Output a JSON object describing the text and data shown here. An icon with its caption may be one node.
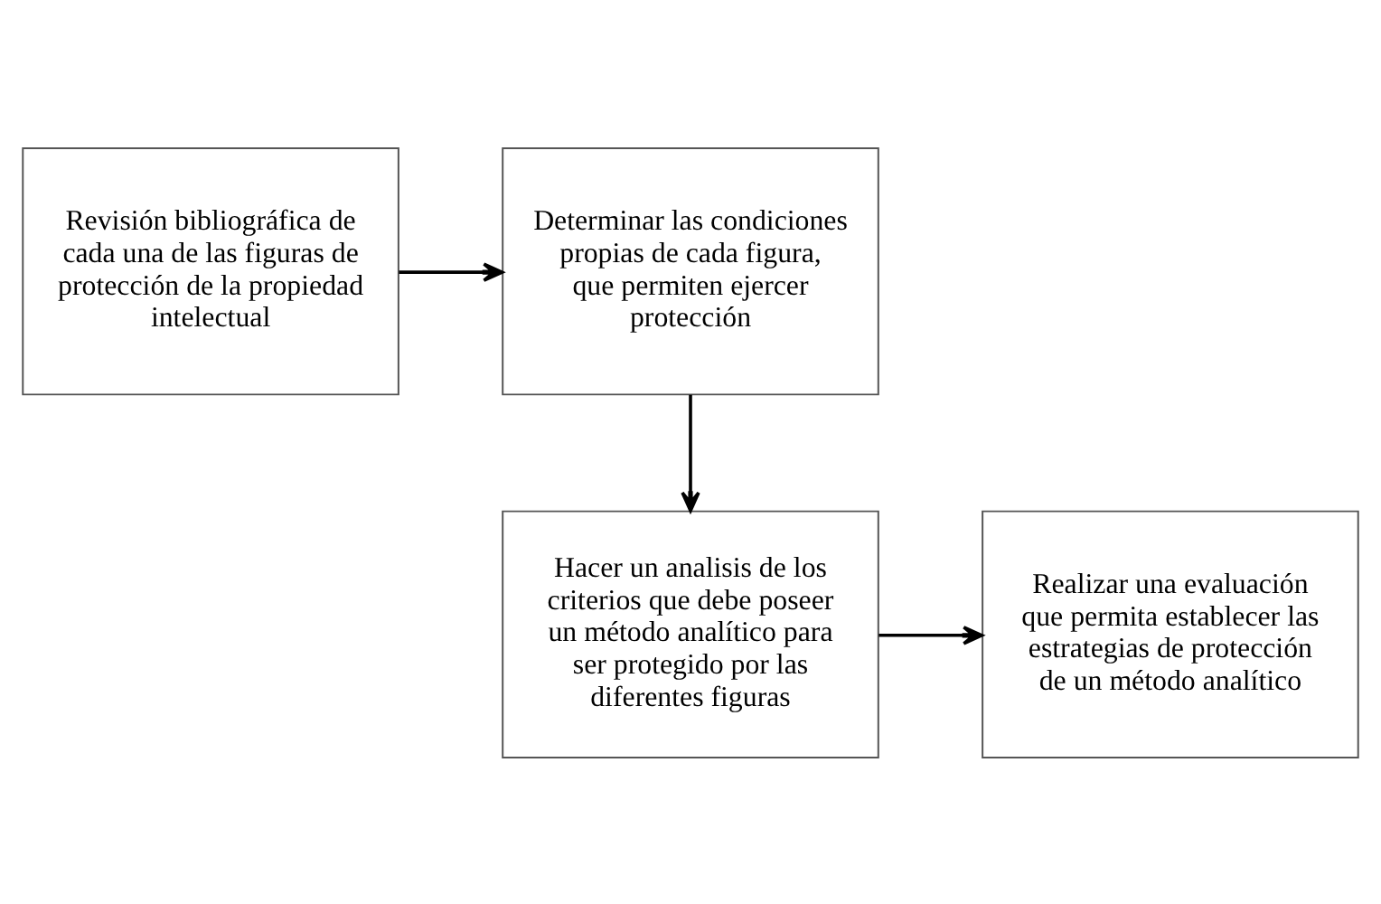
{
  "diagram": {
    "nodes": [
      {
        "text": [
          "Revisión bibliográfica de cada una de las figuras de protección de la propiedad intelectual"
        ]
      },
      {
        "text": [
          "Determinar las condiciones propias de cada figura, que permiten ejercer protección"
        ]
      },
      {
        "text": [
          "Hacer un analisis de los criterios que debe poseer un método analítico para ser protegido por las diferentes figuras"
        ]
      },
      {
        "text": [
          "Realizar una evaluación que permita establecer las estrategias de protección de un método analítico"
        ]
      }
    ],
    "edges": [
      {
        "from": 0,
        "to": 1,
        "arrow": "to"
      },
      {
        "from": 1,
        "to": 2,
        "arrow": "to"
      },
      {
        "from": 2,
        "to": 3,
        "arrow": "to"
      }
    ]
  }
}
